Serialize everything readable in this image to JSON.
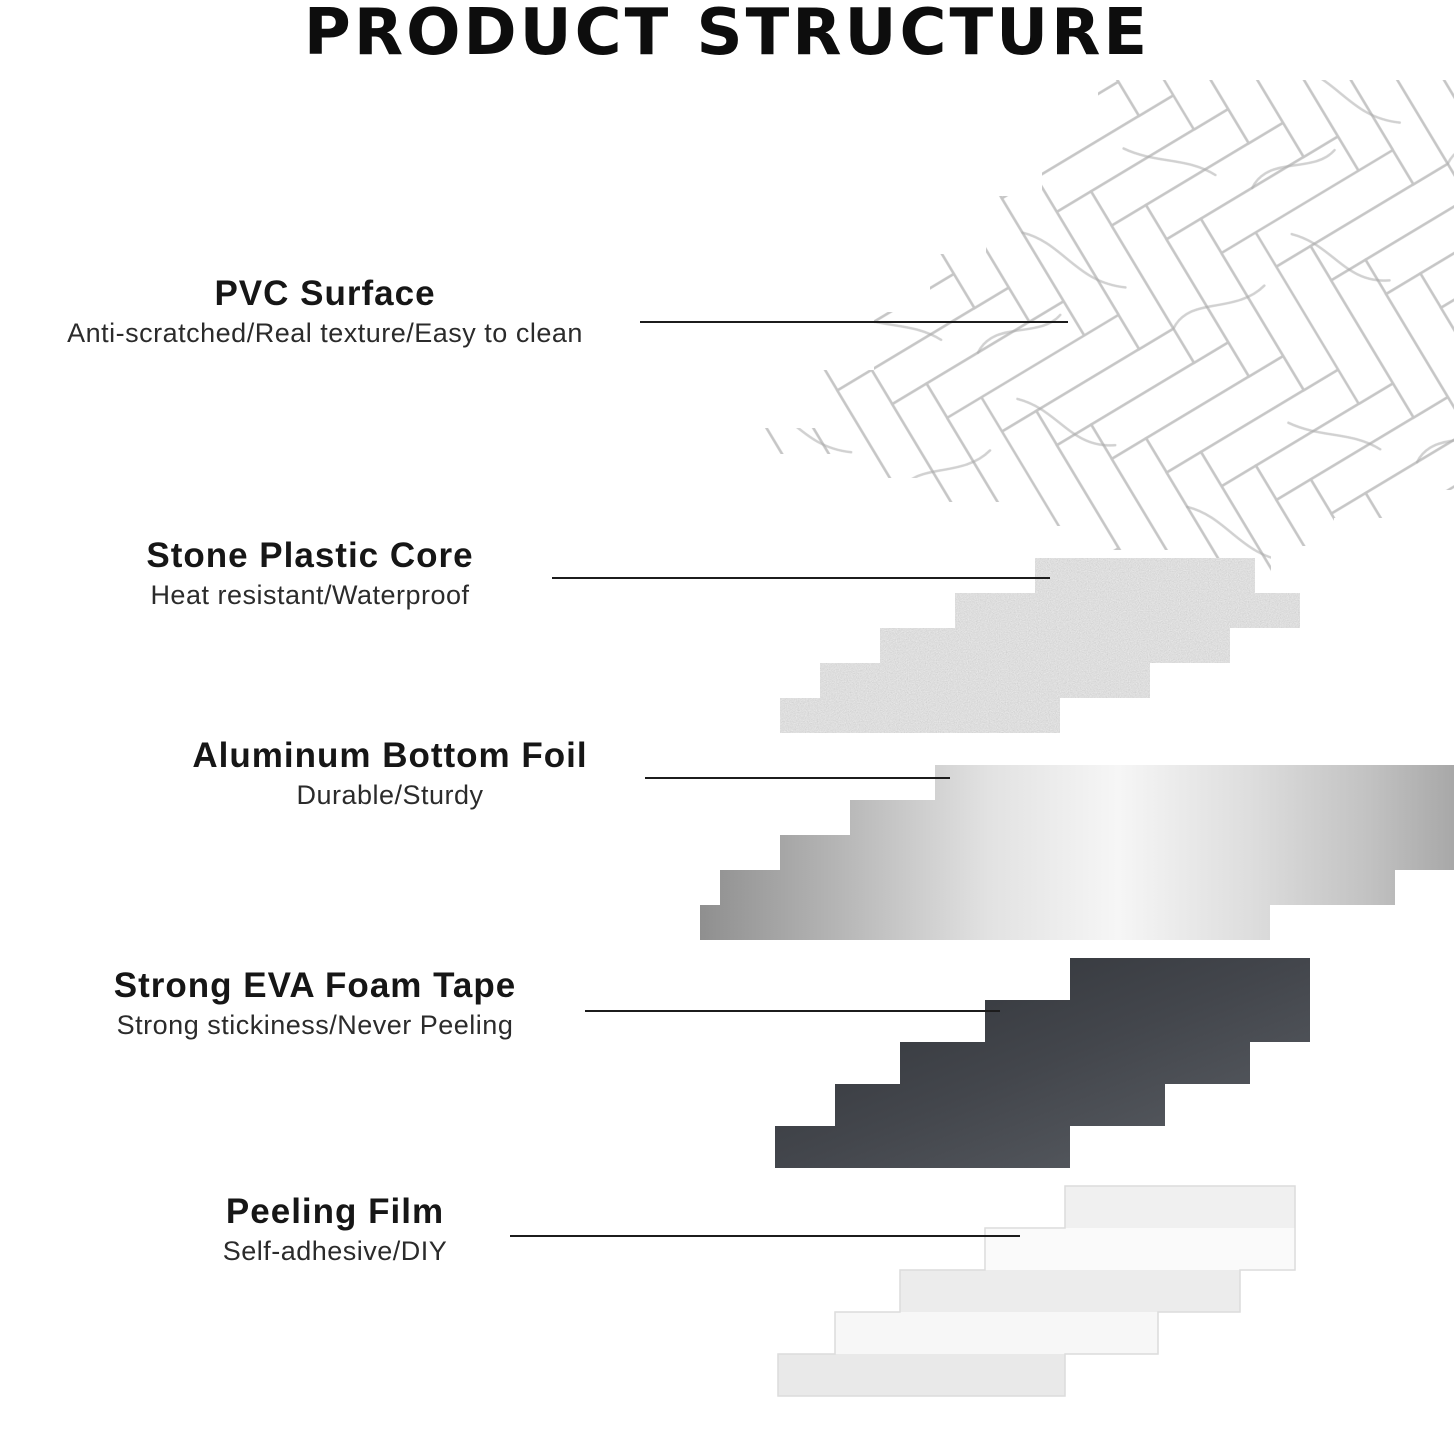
{
  "title": "PRODUCT STRUCTURE",
  "layers": [
    {
      "name": "PVC Surface",
      "description": "Anti-scratched/Real texture/Easy to clean"
    },
    {
      "name": "Stone Plastic Core",
      "description": "Heat resistant/Waterproof"
    },
    {
      "name": "Aluminum Bottom Foil",
      "description": "Durable/Sturdy"
    },
    {
      "name": "Strong EVA Foam Tape",
      "description": "Strong stickiness/Never Peeling"
    },
    {
      "name": "Peeling Film",
      "description": "Self-adhesive/DIY"
    }
  ],
  "colors": {
    "background": "#ffffff",
    "text": "#161616",
    "leader_line": "#1c1c1c",
    "tile_brick": "#ffffff",
    "tile_grout": "#c6c6c6",
    "stone_core": "#bfbfbf",
    "aluminum_foil": "#e8e8e8",
    "eva_foam": "#3a3d43",
    "peeling_film": "#f2f2f2"
  }
}
